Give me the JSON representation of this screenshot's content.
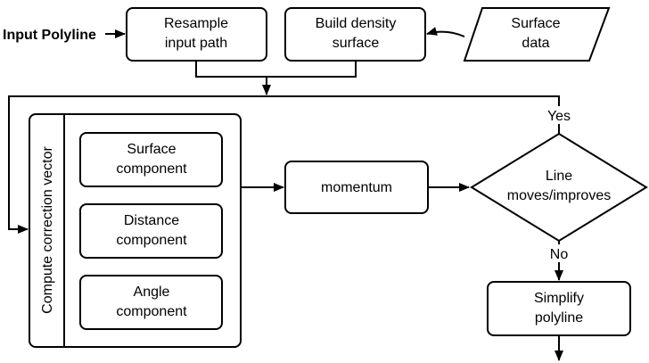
{
  "diagram": {
    "input_label": "Input Polyline",
    "resample": [
      "Resample",
      "input path"
    ],
    "density": [
      "Build density",
      "surface"
    ],
    "surface_data": [
      "Surface",
      "data"
    ],
    "compute_label": "Compute correction vector",
    "surface_component": [
      "Surface",
      "component"
    ],
    "distance_component": [
      "Distance",
      "component"
    ],
    "angle_component": [
      "Angle",
      "component"
    ],
    "momentum": "momentum",
    "decision": [
      "Line",
      "moves/improves"
    ],
    "yes_label": "Yes",
    "no_label": "No",
    "simplify": [
      "Simplify",
      "polyline"
    ]
  }
}
